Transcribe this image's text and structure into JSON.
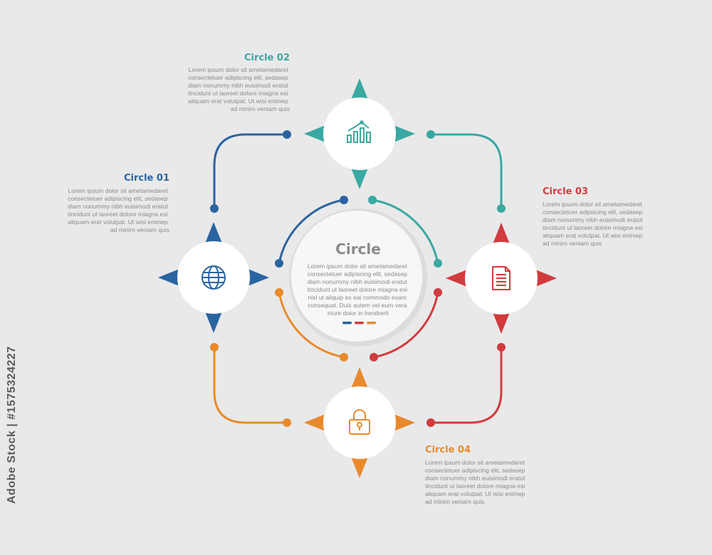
{
  "center": {
    "title": "Circle",
    "body": [
      "Lorem ipsum dolor sit ametamedaret",
      "consectetuer adipiscing elit, sedasep",
      "diam nonummy nibh euisimodi eratut",
      "tincidunt ut laoreet dolore miagna esi",
      "nisl ut aliquip ex eai commodo esam",
      "consequat. Duis autem vel eum vera",
      "iriure dolor in hendrerit"
    ]
  },
  "nodes": [
    {
      "id": "01",
      "title": "Circle 01",
      "color": "#2a64a0",
      "icon": "globe-icon",
      "body": [
        "Lorem ipsum dolor sit ametamedaret",
        "consectetuer adipiscing elit, sedasep",
        "diam nonummy nibh euisimodi eratut",
        "tincidunt ut laoreet dolore miagna esi",
        "aliquam erat volutpat. Ut wisi enimep",
        "ad minim veniam quis"
      ]
    },
    {
      "id": "02",
      "title": "Circle 02",
      "color": "#3aa9a1",
      "icon": "bar-chart-icon",
      "body": [
        "Lorem ipsum dolor sit ametamedaret",
        "consectetuer adipiscing elit, sedasep",
        "diam nonummy nibh euisimodi eratut",
        "tincidunt ut laoreet dolore miagna esi",
        "aliquam erat volutpat. Ut wisi enimep",
        "ad minim veniam quis"
      ]
    },
    {
      "id": "03",
      "title": "Circle 03",
      "color": "#d23b3e",
      "icon": "document-icon",
      "body": [
        "Lorem ipsum dolor sit ametamedaret",
        "consectetuer adipiscing elit, sedasep",
        "diam nonummy nibh euisimodi eratut",
        "tincidunt ut laoreet dolore miagna esi",
        "aliquam erat volutpat. Ut wisi enimep",
        "ad minim veniam quis"
      ]
    },
    {
      "id": "04",
      "title": "Circle 04",
      "color": "#e88a2c",
      "icon": "padlock-icon",
      "body": [
        "Lorem ipsum dolor sit ametamedaret",
        "consectetuer adipiscing elit, sedasep",
        "diam nonummy nibh euisimodi eratut",
        "tincidunt ut laoreet dolore miagna esi",
        "aliquam erat volutpat. Ut wisi enimep",
        "ad minim veniam quis"
      ]
    }
  ],
  "watermark": {
    "side_text": "Adobe Stock | #1575324227"
  }
}
